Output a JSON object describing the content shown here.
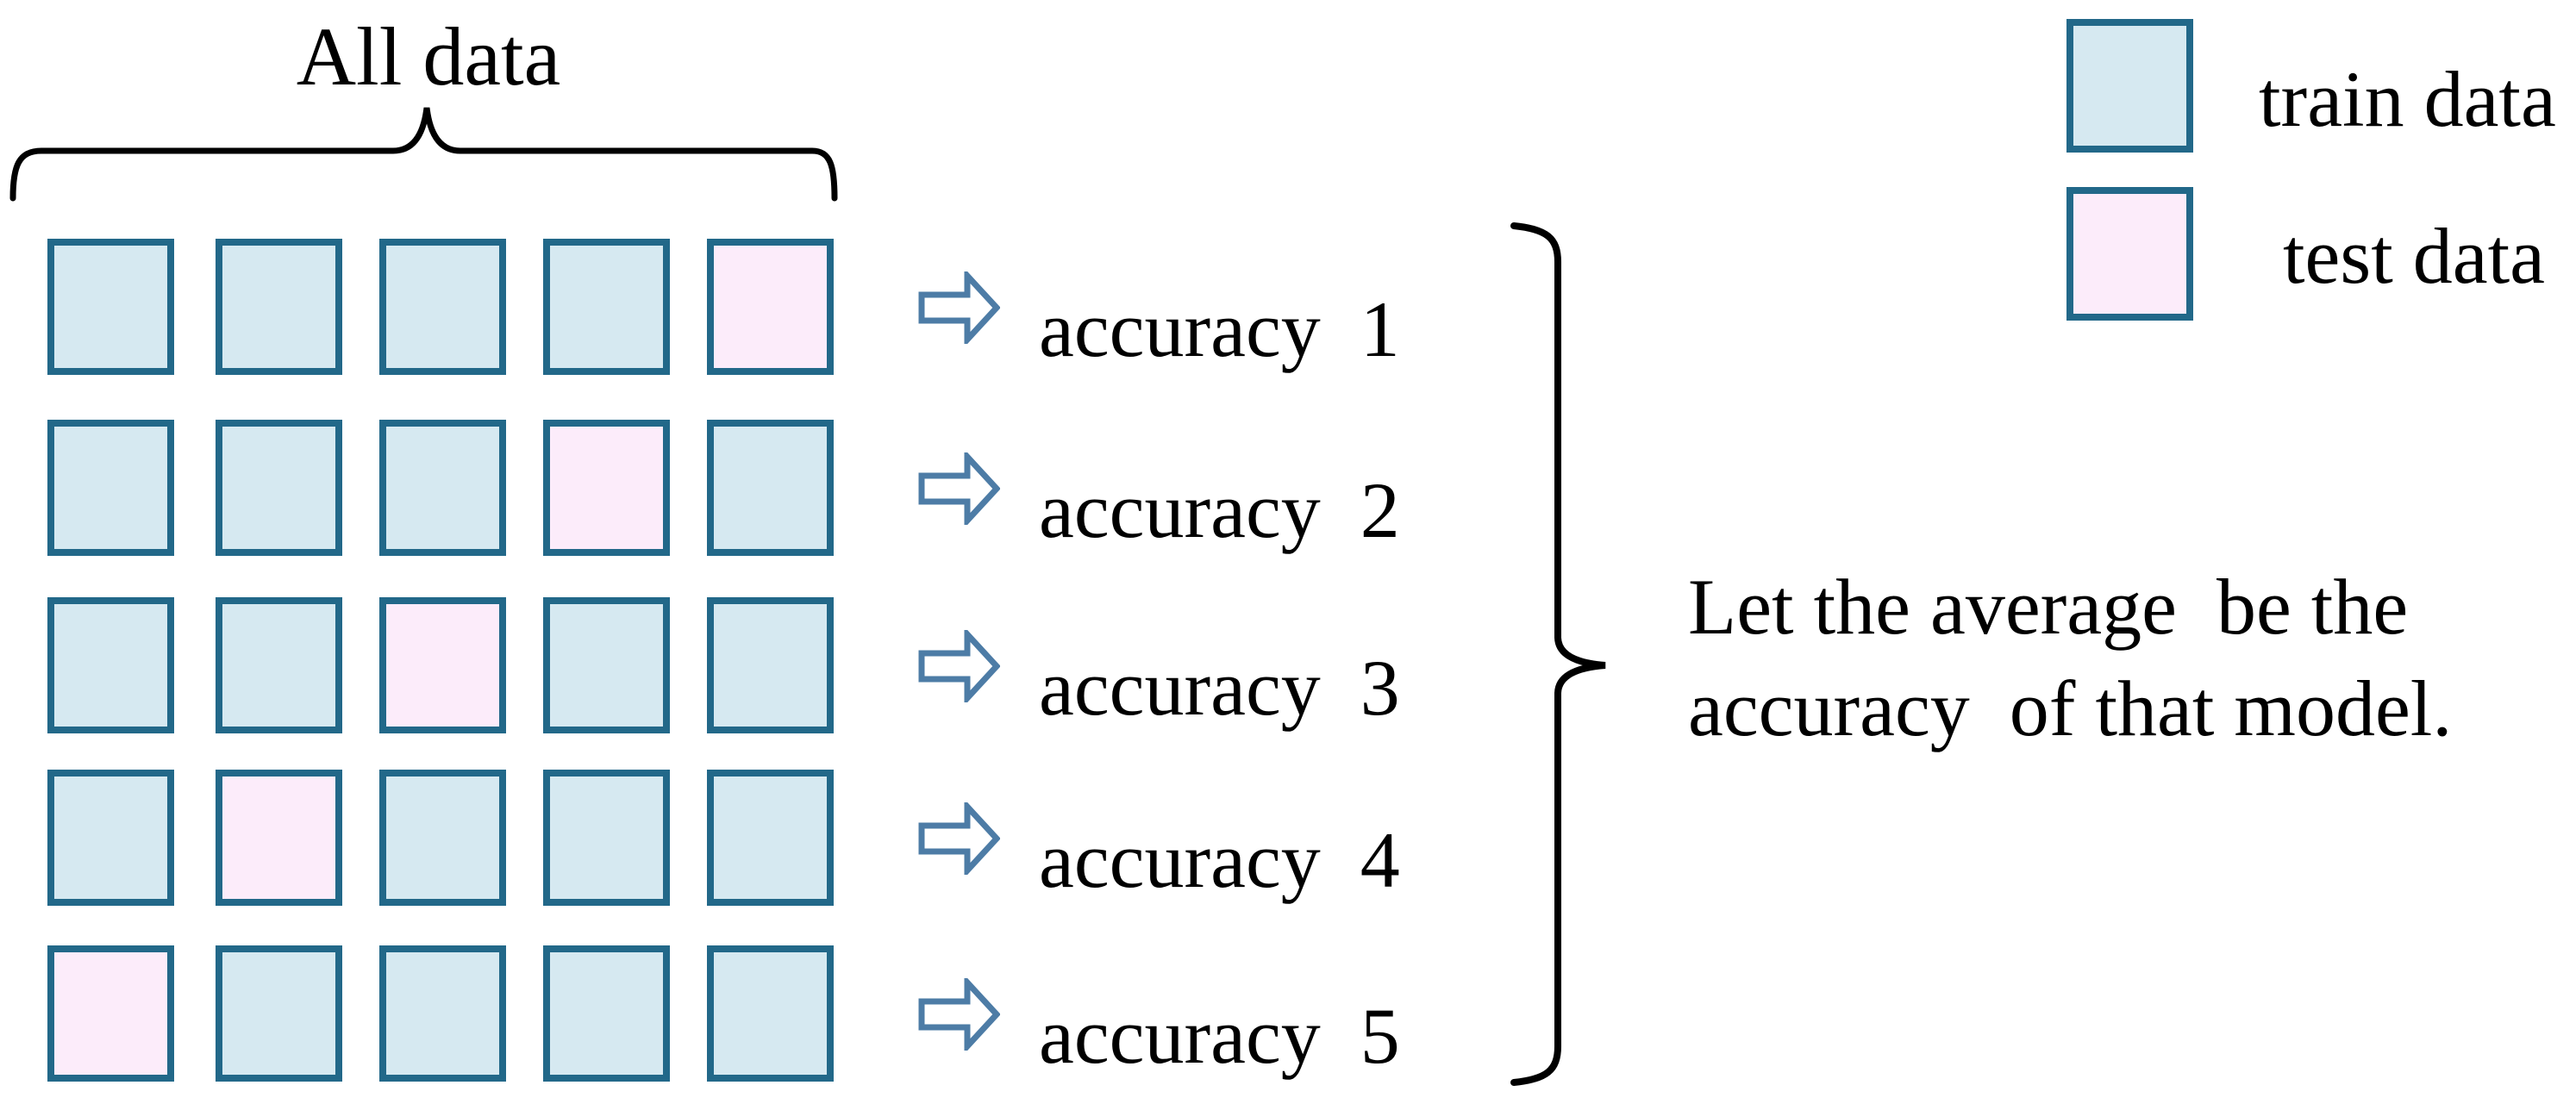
{
  "diagram": {
    "title": "All data",
    "folds": [
      {
        "accuracy_label": "accuracy  1",
        "cells": [
          "train",
          "train",
          "train",
          "train",
          "test"
        ]
      },
      {
        "accuracy_label": "accuracy  2",
        "cells": [
          "train",
          "train",
          "train",
          "test",
          "train"
        ]
      },
      {
        "accuracy_label": "accuracy  3",
        "cells": [
          "train",
          "train",
          "test",
          "train",
          "train"
        ]
      },
      {
        "accuracy_label": "accuracy  4",
        "cells": [
          "train",
          "test",
          "train",
          "train",
          "train"
        ]
      },
      {
        "accuracy_label": "accuracy  5",
        "cells": [
          "test",
          "train",
          "train",
          "train",
          "train"
        ]
      }
    ],
    "conclusion": "Let the average  be the\naccuracy  of that model.",
    "legend": [
      {
        "type": "train",
        "label": "train data"
      },
      {
        "type": "test",
        "label": "test data"
      }
    ],
    "colors": {
      "train_fill": "#d6e9f1",
      "test_fill": "#fcecfa",
      "cell_border": "#226889",
      "arrow_outline": "#4d7ca6",
      "text": "#000000"
    }
  }
}
